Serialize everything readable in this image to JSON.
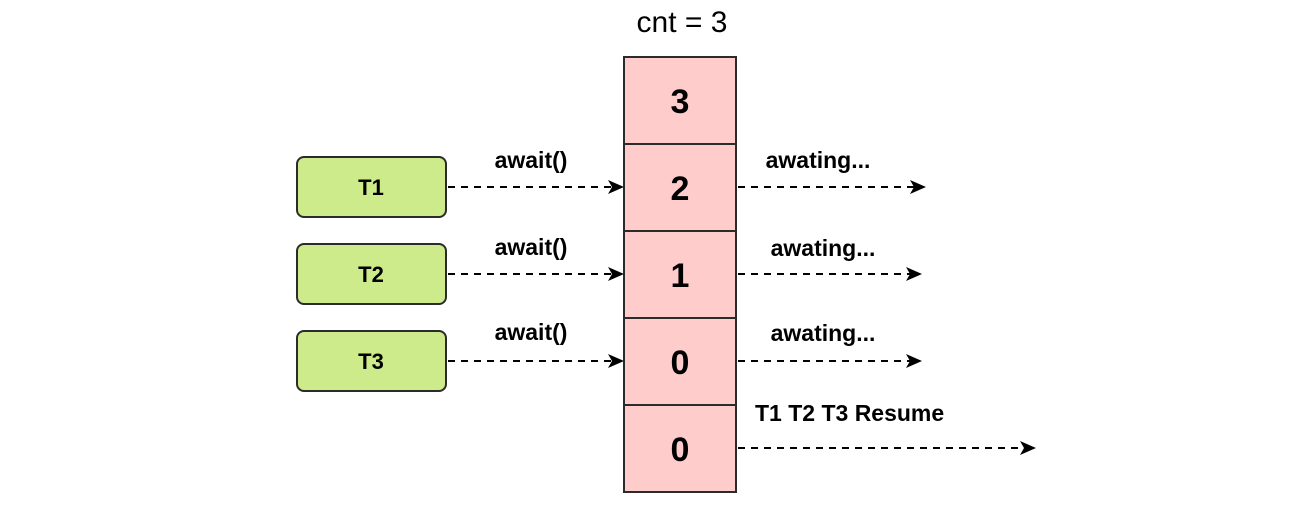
{
  "title": "cnt = 3",
  "colors": {
    "thread_fill": "#cdeb8b",
    "cell_fill": "#ffcccc"
  },
  "threads": [
    {
      "label": "T1"
    },
    {
      "label": "T2"
    },
    {
      "label": "T3"
    }
  ],
  "counter_cells": [
    "3",
    "2",
    "1",
    "0",
    "0"
  ],
  "await_labels": [
    "await()",
    "await()",
    "await()"
  ],
  "waiting_labels": [
    "awating...",
    "awating...",
    "awating..."
  ],
  "resume_label": "T1 T2 T3 Resume"
}
